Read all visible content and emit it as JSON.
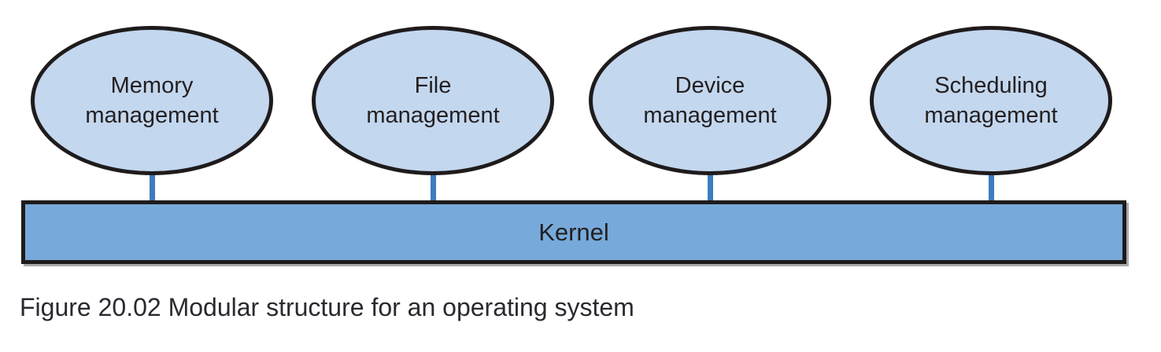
{
  "diagram": {
    "title": "Modular structure for an operating system",
    "modules": [
      {
        "line1": "Memory",
        "line2": "management"
      },
      {
        "line1": "File",
        "line2": "management"
      },
      {
        "line1": "Device",
        "line2": "management"
      },
      {
        "line1": "Scheduling",
        "line2": "management"
      }
    ],
    "kernel_label": "Kernel",
    "caption": "Figure 20.02 Modular structure for an operating system",
    "colors": {
      "module_fill": "#c3d7ee",
      "module_stroke": "#1f1b1c",
      "kernel_fill": "#77aadb",
      "kernel_stroke": "#1f1b1c",
      "connector": "#3d7cbf",
      "label_text": "#231f20",
      "caption_text": "#2a2930",
      "shadow": "#a9a9ab"
    }
  }
}
